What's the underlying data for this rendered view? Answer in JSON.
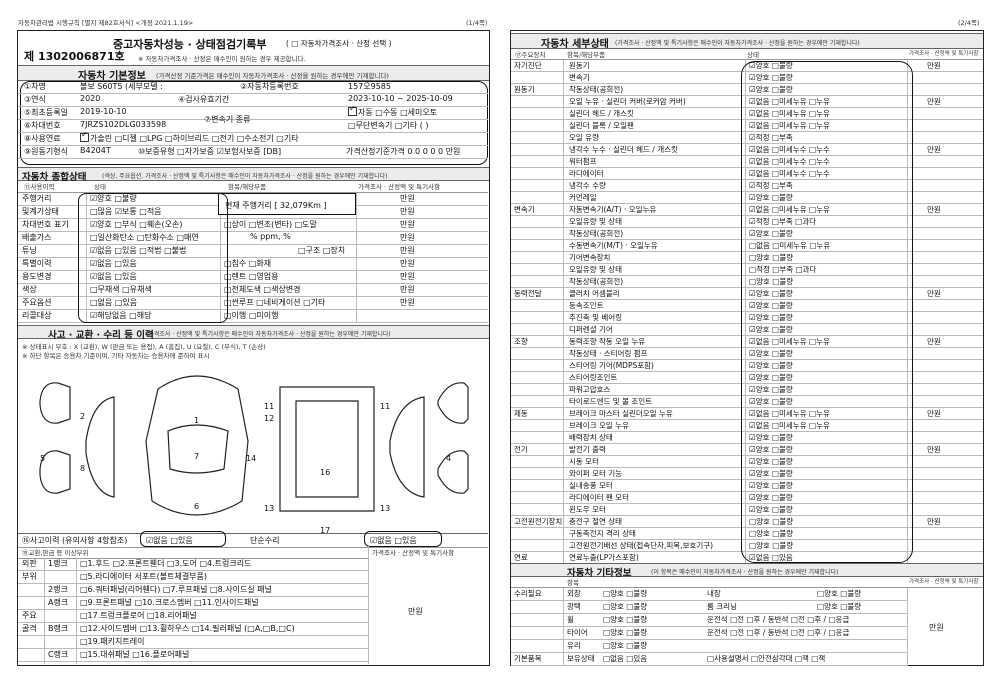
{
  "header_left": {
    "regulation": "자동차관리법 시행규칙 [별지 제82호서식] <개정 2021.1.19>",
    "page": "(1/4쪽)"
  },
  "header_right": {
    "page": "(2/4쪽)"
  },
  "left": {
    "title": "중고자동차성능 · 상태점검기록부",
    "title_opt": "( □ 자동차가격조사 · 산정 선택 )",
    "title_note": "※ 자동차가격조사 · 산정은 매수인이 원하는 경우 제공합니다.",
    "doc_no": "제 1302006871호",
    "basic": {
      "heading": "자동차 기본정보",
      "note": "(가격산정 기준가격은 매수인이 자동차가격조사 · 산정을 원하는 경우에만 기재합니다)",
      "rows": [
        {
          "l1": "①차명",
          "v1": "볼보 S60T5 (세부모델 :",
          "l2": "②자동차등록번호",
          "v2": "157오9585"
        },
        {
          "l1": "③연식",
          "v1": "2020",
          "l2": "④검사유효기간",
          "v2": "2023-10-10 ~ 2025-10-09"
        },
        {
          "l1": "⑤최초등록일",
          "v1": "2019-10-10",
          "l2": "⑦변속기 종류",
          "v2": "자동  □수동  □세미오토"
        },
        {
          "l1": "⑥차대번호",
          "v1": "7JRZS102DLG033598",
          "l2": "",
          "v2": "□무단변속기  □기타 (    )"
        },
        {
          "l1": "⑧사용연료",
          "v1": "가솔린 □디젤 □LPG □하이브리드 □전기 □수소전기 □기타",
          "l2": "",
          "": "",
          "v2": ""
        },
        {
          "l1": "⑨원동기형식",
          "v1": "B4204T",
          "l2": "⑩보증유형 □자가보증 ☑보험사보증 [DB]",
          "v2": "가격산정기준가격  0 0 0 0 0 만원"
        }
      ]
    },
    "overall": {
      "heading": "자동차 종합상태",
      "note": "(색상, 주요옵션, 가격조사 · 산정액 및 특기사항은 매수인이 자동차가격조사 · 산정을 원하는 경우에만 기재합니다)",
      "cols": [
        "⑪사용이력",
        "상태",
        "항목/해당부품",
        "가격조사 · 산정액 및 특기사항"
      ],
      "odometer": "현재 주행거리 [ 32,079Km ]",
      "rows": [
        {
          "a": "주행거리",
          "b": "☑양호 □불량",
          "c": "",
          "d": "만원"
        },
        {
          "a": "및계기상태",
          "b": "□많음 ☑보통 □적음",
          "c": "",
          "d": "만원"
        },
        {
          "a": "차대번호 표기",
          "b": "☑양호 □부식 □훼손(오손)",
          "c": "□상이 □변조(변타) □도말",
          "d": "만원"
        },
        {
          "a": "배출가스",
          "b": "□일산화탄소 □탄화수소 □매연",
          "c": "%    ppm,    %",
          "d": "만원"
        },
        {
          "a": "튜닝",
          "b": "☑없음 □있음 □적법 □불법",
          "c": "□구조 □장치",
          "d": "만원"
        },
        {
          "a": "특별이력",
          "b": "☑없음 □있음",
          "c": "□침수 □화재",
          "d": "만원"
        },
        {
          "a": "용도변경",
          "b": "☑없음 □있음",
          "c": "□렌트 □영업용",
          "d": "만원"
        },
        {
          "a": "색상",
          "b": "□무채색 □유채색",
          "c": "□전체도색 □색상변경",
          "d": "만원"
        },
        {
          "a": "주요옵션",
          "b": "□없음 □있음",
          "c": "□썬루프 □네비게이션 □기타",
          "d": "만원"
        },
        {
          "a": "리콜대상",
          "b": "☑해당없음 □해당",
          "c": "□이행 □미이행",
          "d": ""
        }
      ]
    },
    "accident": {
      "heading": "사고 · 교환 · 수리 등 이력",
      "note": "(가격조사 · 산정액 및 특기사항은 매수인이 자동차가격조사 · 산정을 원하는 경우에만 기재합니다)",
      "legend": "※ 상태표시 부호 : X (교환), W (판금 또는 용접), A (흠집), U (요철), C (부식), T (손상)",
      "legend2": "※ 하단 항목은 승용차 기준이며, 기타 자동차는 승용차에 준하여 표시",
      "history_row": {
        "a": "⑯사고이력 (유의사항 4항참조)",
        "b": "☑없음 □있음",
        "c": "단순수리",
        "d": "☑없음 □있음"
      },
      "parts_head": "⑮교환,판금 등 이상부위",
      "price_head": "가격조사 · 산정액 및 특기사항",
      "won": "만원",
      "groups": [
        {
          "g": "외판",
          "rank": "1랭크",
          "items": "□1.후드  □2.프론트휀더  □3.도어  □4.트렁크리드"
        },
        {
          "g": "부위",
          "rank": "",
          "items": "□5.라디에이터 서포트(볼트체결부품)"
        },
        {
          "g": "",
          "rank": "2랭크",
          "items": "□6.쿼터패널(리어휀다)  □7.루프패널  □8.사이드실 패널"
        },
        {
          "g": "",
          "rank": "A랭크",
          "items": "□9.프론트패널  □10.크로스멤버  □11.인사이드패널"
        },
        {
          "g": "주요",
          "rank": "",
          "items": "□17.트렁크플로어  □18.리어패널"
        },
        {
          "g": "골격",
          "rank": "B랭크",
          "items": "□12.사이드멤버  □13.휠하우스  □14.필러패널 (□A,□B,□C)"
        },
        {
          "g": "",
          "rank": "",
          "items": "□19.패키지트레이"
        },
        {
          "g": "",
          "rank": "C랭크",
          "items": "□15.대쉬패널  □16.플로어패널"
        }
      ]
    }
  },
  "right": {
    "detail": {
      "heading": "자동차 세부상태",
      "note": "(가격조사 · 산정액 및 특기사항은 매수인이 자동차가격조사 · 산정을 원하는 경우에만 기재합니다)",
      "cols": [
        "⑰주요장치",
        "항목/해당부품",
        "상태",
        "가격조사 · 산정액 및 특기사항"
      ],
      "won": "만원",
      "rows": [
        [
          "자기진단",
          "원동기",
          "☑양호 □불량"
        ],
        [
          "",
          "변속기",
          "☑양호 □불량"
        ],
        [
          "원동기",
          "작동상태(공회전)",
          "☑양호 □불량"
        ],
        [
          "",
          "오일 누유 · 실린더 커버(로커암 커버)",
          "☑없음 □미세누유 □누유"
        ],
        [
          "",
          "실린더 헤드 / 개스킷",
          "☑없음 □미세누유 □누유"
        ],
        [
          "",
          "실린더 블록 / 오일팬",
          "☑없음 □미세누유 □누유"
        ],
        [
          "",
          "오일 유량",
          "☑적정 □부족"
        ],
        [
          "",
          "냉각수 누수 · 실린더 헤드 / 개스킷",
          "☑없음 □미세누수 □누수"
        ],
        [
          "",
          "워터펌프",
          "☑없음 □미세누수 □누수"
        ],
        [
          "",
          "라디에이터",
          "☑없음 □미세누수 □누수"
        ],
        [
          "",
          "냉각수 수량",
          "☑적정 □부족"
        ],
        [
          "",
          "커먼레일",
          "☑양호 □불량"
        ],
        [
          "변속기",
          "자동변속기(A/T) · 오일누유",
          "☑없음 □미세누유 □누유"
        ],
        [
          "",
          "오일유량 및 상태",
          "☑적정 □부족 □과다"
        ],
        [
          "",
          "작동상태(공회전)",
          "☑양호 □불량"
        ],
        [
          "",
          "수동변속기(M/T) · 오일누유",
          "□없음 □미세누유 □누유"
        ],
        [
          "",
          "기어변속장치",
          "□양호 □불량"
        ],
        [
          "",
          "오일유량 및 상태",
          "□적정 □부족 □과다"
        ],
        [
          "",
          "작동상태(공회전)",
          "□양호 □불량"
        ],
        [
          "동력전달",
          "클러치 어셈블리",
          "☑양호 □불량"
        ],
        [
          "",
          "등속조인트",
          "☑양호 □불량"
        ],
        [
          "",
          "추진축 및 베어링",
          "☑양호 □불량"
        ],
        [
          "",
          "디퍼렌셜 기어",
          "☑양호 □불량"
        ],
        [
          "조향",
          "동력조향 작동 오일 누유",
          "☑없음 □미세누유 □누유"
        ],
        [
          "",
          "작동상태 · 스티어링 펌프",
          "☑양호 □불량"
        ],
        [
          "",
          "스티어링 기어(MDPS포함)",
          "☑양호 □불량"
        ],
        [
          "",
          "스티어링조인트",
          "☑양호 □불량"
        ],
        [
          "",
          "파워고압호스",
          "☑양호 □불량"
        ],
        [
          "",
          "타이로드엔드 및 볼 조인트",
          "☑양호 □불량"
        ],
        [
          "제동",
          "브레이크 마스터 실린더오일 누유",
          "☑없음 □미세누유 □누유"
        ],
        [
          "",
          "브레이크 오일 누유",
          "☑없음 □미세누유 □누유"
        ],
        [
          "",
          "배력장치 상태",
          "☑양호 □불량"
        ],
        [
          "전기",
          "발전기 출력",
          "☑양호 □불량"
        ],
        [
          "",
          "시동 모터",
          "☑양호 □불량"
        ],
        [
          "",
          "와이퍼 모터 기능",
          "☑양호 □불량"
        ],
        [
          "",
          "실내송풍 모터",
          "☑양호 □불량"
        ],
        [
          "",
          "라디에이터 팬 모터",
          "☑양호 □불량"
        ],
        [
          "",
          "윈도우 모터",
          "☑양호 □불량"
        ],
        [
          "고전원전기장치",
          "충전구 절연 상태",
          "□양호 □불량"
        ],
        [
          "",
          "구동축전지 격리 상태",
          "□양호 □불량"
        ],
        [
          "",
          "고전원전기배선 상태(접속단자,피복,보호기구)",
          "□양호 □불량"
        ],
        [
          "연료",
          "연료누출(LP가스포함)",
          "☑없음 □있음"
        ]
      ]
    },
    "other": {
      "heading": "자동차 기타정보",
      "note": "(이 항목은 매수인이 자동차가격조사 · 산정을 원하는 경우에만 기재합니다)",
      "col": "항목",
      "price_head": "가격조사 · 산정액 및 특기사항",
      "won": "만원",
      "rows": [
        [
          "수리필요",
          "외장",
          "□양호 □불량",
          "내장",
          "□양호 □불량"
        ],
        [
          "",
          "광택",
          "□양호 □불량",
          "룸 크리닝",
          "□양호 □불량"
        ],
        [
          "",
          "휠",
          "□양호 □불량",
          "운전석 □전 □후 / 동반석 □전 □후 / □응급",
          ""
        ],
        [
          "",
          "타이어",
          "□양호 □불량",
          "운전석 □전 □후 / 동반석 □전 □후 / □응급",
          ""
        ],
        [
          "",
          "유리",
          "□양호 □불량",
          "",
          ""
        ],
        [
          "기본품목",
          "보유상태",
          "□없음 □있음",
          "□사용설명서 □안전삼각대 □잭 □잭",
          ""
        ]
      ]
    }
  }
}
